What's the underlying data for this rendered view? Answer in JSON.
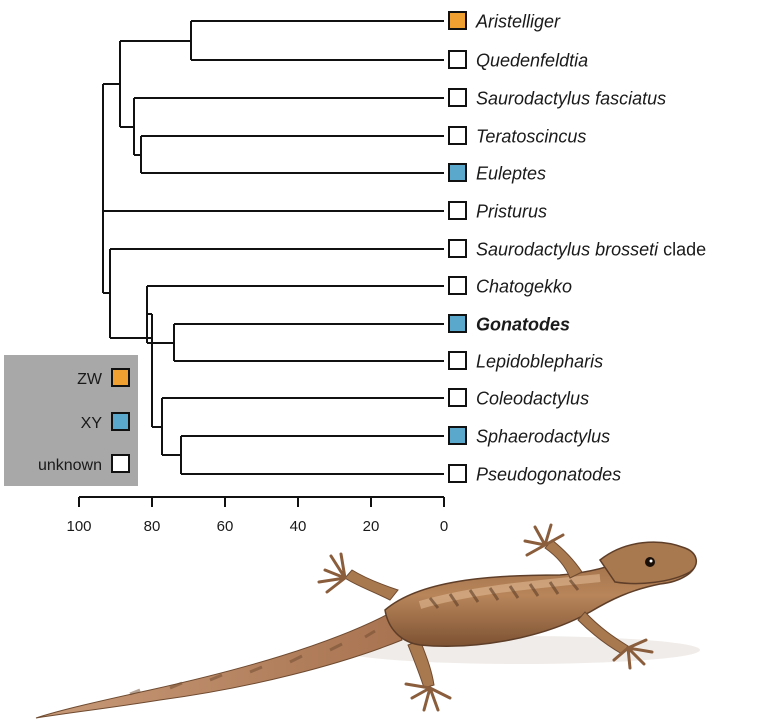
{
  "tree": {
    "taxa": [
      {
        "id": "aristelliger",
        "name": "Aristelliger",
        "suffix": "",
        "state": "ZW",
        "bold": false
      },
      {
        "id": "quedenfeldtia",
        "name": "Quedenfeldtia",
        "suffix": "",
        "state": "unknown",
        "bold": false
      },
      {
        "id": "saurodactylus-fasciatus",
        "name": "Saurodactylus fasciatus",
        "suffix": "",
        "state": "unknown",
        "bold": false
      },
      {
        "id": "teratoscincus",
        "name": "Teratoscincus",
        "suffix": "",
        "state": "unknown",
        "bold": false
      },
      {
        "id": "euleptes",
        "name": "Euleptes",
        "suffix": "",
        "state": "XY",
        "bold": false
      },
      {
        "id": "pristurus",
        "name": "Pristurus",
        "suffix": "",
        "state": "unknown",
        "bold": false
      },
      {
        "id": "saurodactylus-brosseti",
        "name": "Saurodactylus brosseti",
        "suffix": " clade",
        "state": "unknown",
        "bold": false
      },
      {
        "id": "chatogekko",
        "name": "Chatogekko",
        "suffix": "",
        "state": "unknown",
        "bold": false
      },
      {
        "id": "gonatodes",
        "name": "Gonatodes",
        "suffix": "",
        "state": "XY",
        "bold": true
      },
      {
        "id": "lepidoblepharis",
        "name": "Lepidoblepharis",
        "suffix": "",
        "state": "unknown",
        "bold": false
      },
      {
        "id": "coleodactylus",
        "name": "Coleodactylus",
        "suffix": "",
        "state": "unknown",
        "bold": false
      },
      {
        "id": "sphaerodactylus",
        "name": "Sphaerodactylus",
        "suffix": "",
        "state": "XY",
        "bold": false
      },
      {
        "id": "pseudogonatodes",
        "name": "Pseudogonatodes",
        "suffix": "",
        "state": "unknown",
        "bold": false
      }
    ]
  },
  "legend": {
    "items": [
      {
        "label": "ZW",
        "state": "ZW"
      },
      {
        "label": "XY",
        "state": "XY"
      },
      {
        "label": "unknown",
        "state": "unknown"
      }
    ]
  },
  "axis": {
    "ticks": [
      "100",
      "80",
      "60",
      "40",
      "20",
      "0"
    ],
    "range": [
      100,
      0
    ]
  },
  "colors": {
    "ZW": "#f0a030",
    "XY": "#5aa8cc",
    "unknown": "#ffffff",
    "legend_bg": "#a8a8a8"
  },
  "illustration": {
    "subject": "gecko-photo"
  }
}
